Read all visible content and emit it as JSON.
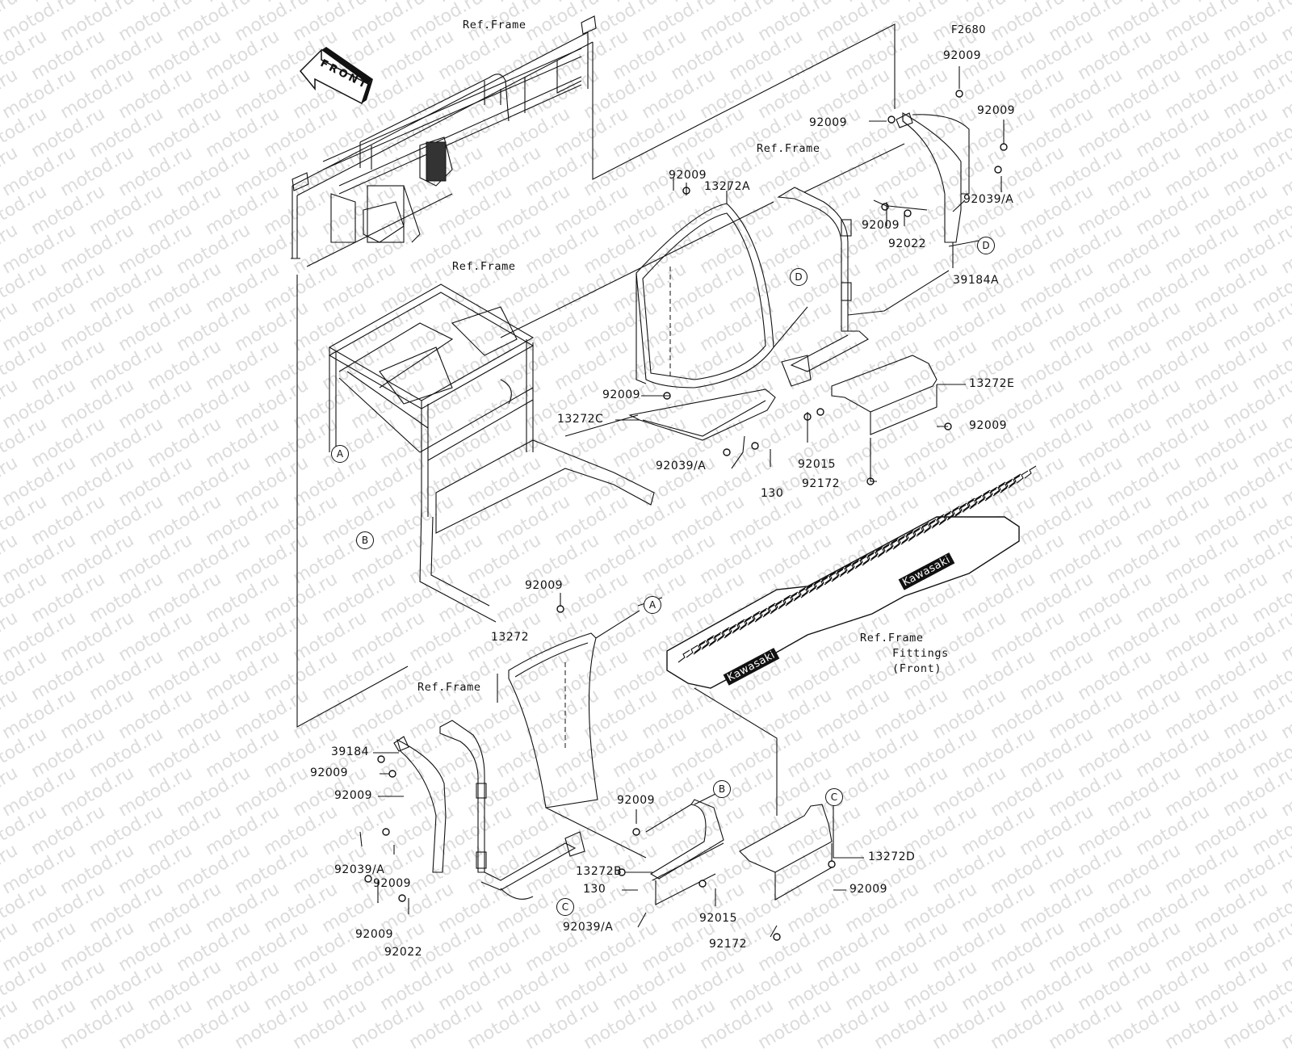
{
  "diagram": {
    "code": "F2680",
    "front_arrow_label": "FRONT",
    "watermark": "motod.ru",
    "brand_on_mat": "Kawasaki",
    "callouts": {
      "A": "A",
      "B": "B",
      "C": "C",
      "D": "D"
    },
    "labels": {
      "ref_frame_top": "Ref.Frame",
      "ref_frame_mid": "Ref.Frame",
      "ref_frame_right": "Ref.Frame",
      "ref_frame_bottom": "Ref.Frame",
      "ref_frame_fittings_1": "Ref.Frame",
      "ref_frame_fittings_2": "Fittings",
      "ref_frame_fittings_3": "(Front)",
      "p92009_tr1": "92009",
      "p92009_tr2": "92009",
      "p92009_tr3": "92009",
      "p92009_tr4": "92009",
      "p92022_tr": "92022",
      "p92039a_tr": "92039/A",
      "p39184a": "39184A",
      "p92009_13272a": "92009",
      "p13272a": "13272A",
      "p92009_mid": "92009",
      "p13272c": "13272C",
      "p92039a_mid": "92039/A",
      "p130_mid": "130",
      "p92015_mid": "92015",
      "p92172_mid": "92172",
      "p13272e": "13272E",
      "p92009_e": "92009",
      "p92009_13272": "92009",
      "p13272": "13272",
      "p39184": "39184",
      "p92009_bl1": "92009",
      "p92009_bl2": "92009",
      "p92039a_bl": "92039/A",
      "p92009_bl3": "92009",
      "p92009_bl4": "92009",
      "p92022_bl": "92022",
      "p92009_b": "92009",
      "p13272b": "13272B",
      "p130_b": "130",
      "p92039a_b": "92039/A",
      "p92015_b": "92015",
      "p92172_b": "92172",
      "p13272d": "13272D",
      "p92009_d": "92009"
    }
  }
}
